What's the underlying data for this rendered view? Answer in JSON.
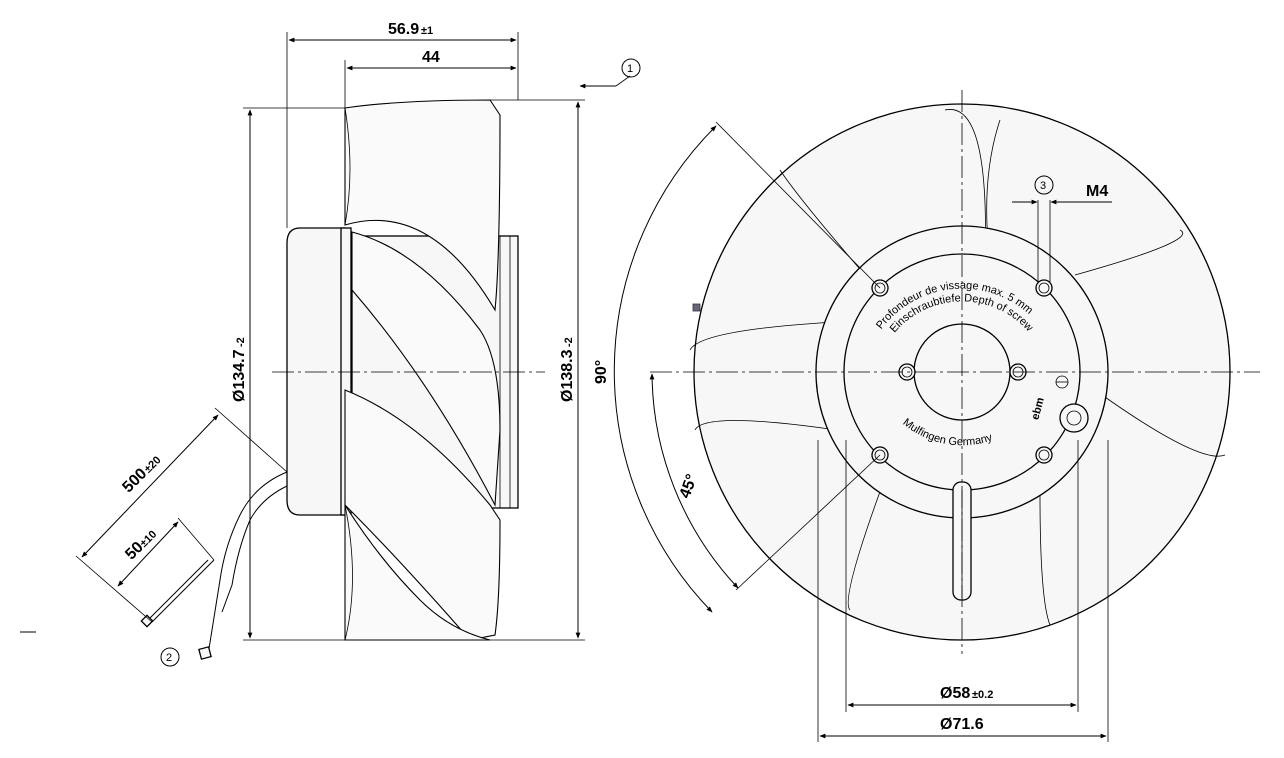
{
  "side_view": {
    "overall_depth": {
      "value": "56.9",
      "tolerance": "±1"
    },
    "blade_depth": {
      "value": "44"
    },
    "inlet_diameter": {
      "value": "Ø134.7",
      "tolerance": "-2"
    },
    "outer_diameter": {
      "value": "Ø138.3",
      "tolerance": "-2"
    },
    "cable_length": {
      "value": "500",
      "tolerance": "±20"
    },
    "lead_strip": {
      "value": "50",
      "tolerance": "±10"
    },
    "callout_airflow": "1",
    "callout_cable": "2"
  },
  "front_view": {
    "angle_full": "90°",
    "angle_half": "45°",
    "callout_thread": "3",
    "thread_size": "M4",
    "hub_diameter": {
      "value": "Ø58",
      "tolerance": "±0.2"
    },
    "bolt_circle": {
      "value": "Ø71.6"
    },
    "hub_label_top": "Einschraubtiefe Depth of screw",
    "hub_label_top2": "Profondeur de vissage max. 5 mm",
    "hub_label_bottom": "Mulfingen Germany",
    "brand": "ebm"
  }
}
